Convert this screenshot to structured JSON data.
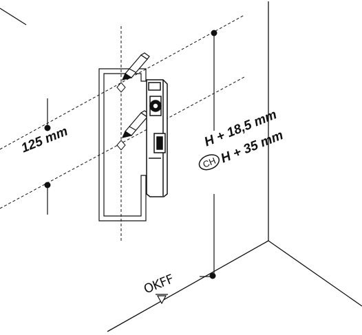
{
  "labels": {
    "spacing": "125 mm",
    "height_main": "H + 18,5 mm",
    "height_ch_prefix": "CH",
    "height_ch": "H + 35 mm",
    "floor_reference": "OKFF"
  },
  "colors": {
    "line": "#111111",
    "dot": "#111111",
    "background": "#ffffff"
  }
}
